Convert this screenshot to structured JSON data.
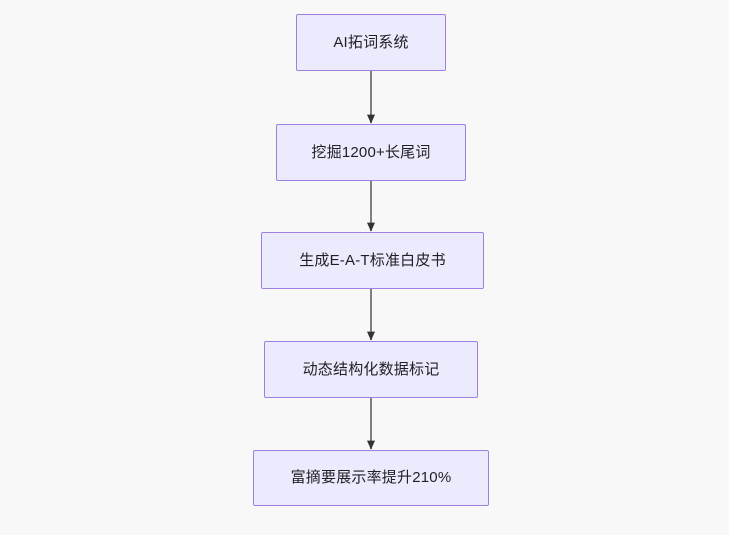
{
  "diagram": {
    "type": "flowchart",
    "orientation": "top-to-bottom",
    "background_color": "#f8f8f8",
    "node_fill_color": "#eceafd",
    "node_border_color": "#9f7fe0",
    "edge_color": "#808080",
    "arrowhead_color": "#333333",
    "text_color": "#1f1f24",
    "nodes": [
      {
        "id": "n0",
        "label": "AI拓词系统"
      },
      {
        "id": "n1",
        "label": "挖掘1200+长尾词"
      },
      {
        "id": "n2",
        "label": "生成E-A-T标准白皮书"
      },
      {
        "id": "n3",
        "label": "动态结构化数据标记"
      },
      {
        "id": "n4",
        "label": "富摘要展示率提升210%"
      }
    ],
    "edges": [
      {
        "id": "e0",
        "from": "n0",
        "to": "n1",
        "label": ""
      },
      {
        "id": "e1",
        "from": "n1",
        "to": "n2",
        "label": ""
      },
      {
        "id": "e2",
        "from": "n2",
        "to": "n3",
        "label": ""
      },
      {
        "id": "e3",
        "from": "n3",
        "to": "n4",
        "label": ""
      }
    ]
  }
}
